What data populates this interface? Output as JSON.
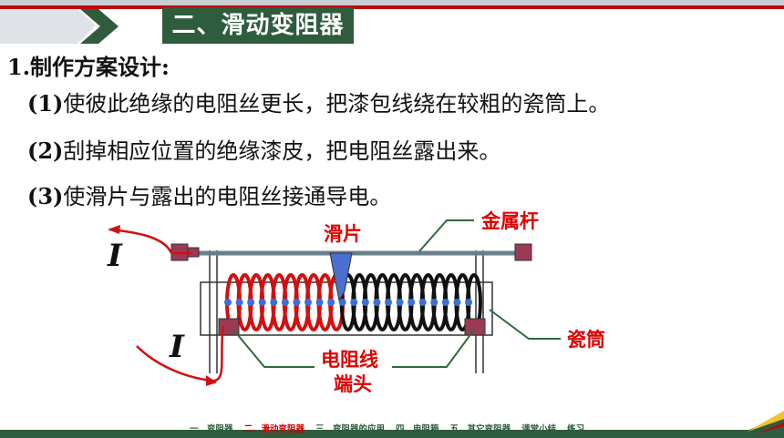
{
  "header": {
    "title": "二、滑动变阻器"
  },
  "content": {
    "heading": "1.制作方案设计:",
    "steps": [
      {
        "num": "(1)",
        "text": "使彼此绝缘的电阻丝更长，把漆包线绕在较粗的瓷筒上。"
      },
      {
        "num": "(2)",
        "text": "刮掉相应位置的绝缘漆皮，把电阻丝露出来。"
      },
      {
        "num": "(3)",
        "text": "使滑片与露出的电阻丝接通导电。"
      }
    ]
  },
  "diagram": {
    "labels": {
      "slider": "滑片",
      "metal_rod": "金属杆",
      "porcelain_tube": "瓷筒",
      "terminal_line1": "电阻线",
      "terminal_line2": "端头",
      "current_top": "I",
      "current_bottom": "I"
    },
    "colors": {
      "label": "#e00000",
      "wire_red": "#d01010",
      "wire_black": "#111111",
      "rod": "#6a7f8a",
      "dots": "#3a6fd8",
      "leader": "#2e6a3c"
    }
  },
  "nav": {
    "items": [
      {
        "label": "一、变阻器",
        "active": false
      },
      {
        "label": "二、滑动变阻器",
        "active": true
      },
      {
        "label": "三、变阻器的应用",
        "active": false
      },
      {
        "label": "四、电阻箱",
        "active": false
      },
      {
        "label": "五、其它变阻器",
        "active": false
      },
      {
        "label": "课堂小结",
        "active": false
      },
      {
        "label": "练习",
        "active": false
      }
    ]
  }
}
